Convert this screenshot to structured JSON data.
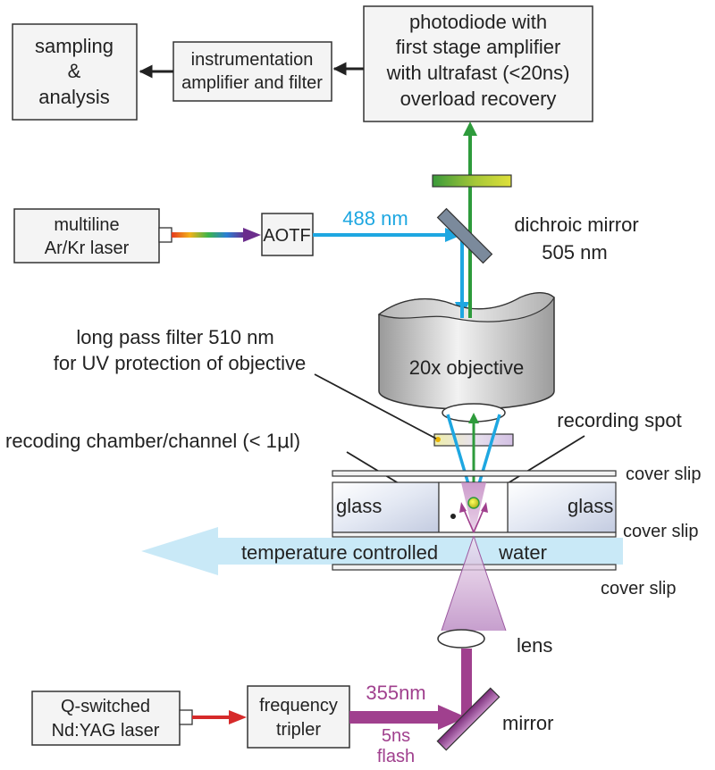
{
  "boxes": {
    "sampling": [
      "sampling",
      "&",
      "analysis"
    ],
    "instrumentation": [
      "instrumentation",
      "amplifier and filter"
    ],
    "photodiode": [
      "photodiode with",
      "first stage amplifier",
      "with ultrafast (<20ns)",
      "overload recovery"
    ],
    "arkr_laser": [
      "multiline",
      "Ar/Kr laser"
    ],
    "aotf": "AOTF",
    "yag_laser": [
      "Q-switched",
      "Nd:YAG laser"
    ],
    "tripler": [
      "frequency",
      "tripler"
    ]
  },
  "labels": {
    "wavelength_488": "488 nm",
    "dichroic": [
      "dichroic mirror",
      "505 nm"
    ],
    "objective": "20x objective",
    "longpass": [
      "long pass filter 510 nm",
      "for UV protection of objective"
    ],
    "recording_spot": "recording spot",
    "chamber": "recoding chamber/channel (< 1",
    "chamber_unit_mu": "μ",
    "chamber_unit_l": "l)",
    "glass_left": "glass",
    "glass_right": "glass",
    "cover_slip_top": "cover slip",
    "cover_slip_middle": "cover slip",
    "cover_slip_bottom": "cover slip",
    "water_left": "temperature controlled",
    "water_right": "water",
    "lens": "lens",
    "wavelength_355": "355nm",
    "pulse": [
      "5ns",
      "flash"
    ],
    "mirror": "mirror"
  },
  "colors": {
    "blue_beam": "#1ea7e1",
    "green_beam": "#2e9b3c",
    "uv_beam": "#a0408e",
    "red_beam": "#d62a2a",
    "water": "#c9e9f7",
    "accent_violet": "#6b2d8c"
  }
}
